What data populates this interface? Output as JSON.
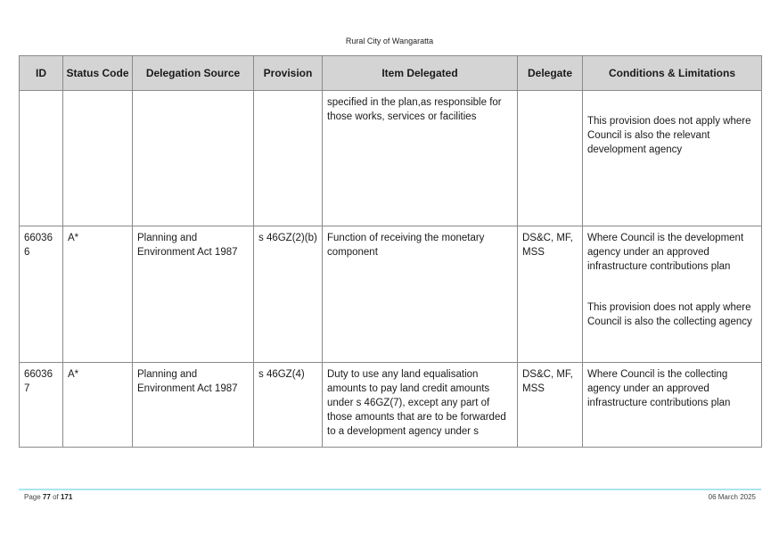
{
  "header": {
    "org_name": "Rural City of Wangaratta"
  },
  "table": {
    "columns": [
      "ID",
      "Status Code",
      "Delegation Source",
      "Provision",
      "Item Delegated",
      "Delegate",
      "Conditions & Limitations"
    ],
    "rows": [
      {
        "id": "",
        "status_code": "",
        "delegation_source": "",
        "provision": "",
        "item_delegated": "specified in the plan,as responsible for those works, services or facilities",
        "delegate": "",
        "conditions": [
          "This provision does not apply where Council is also the relevant development agency"
        ]
      },
      {
        "id": "660366",
        "status_code": "A*",
        "delegation_source": "Planning and Environment Act 1987",
        "provision": "s 46GZ(2)(b)",
        "item_delegated": "Function of receiving the monetary component",
        "delegate": "DS&C, MF, MSS",
        "conditions": [
          "Where Council is the development agency under an approved infrastructure contributions plan",
          "This provision does not apply where Council is also the collecting agency"
        ]
      },
      {
        "id": "660367",
        "status_code": "A*",
        "delegation_source": "Planning and Environment Act 1987",
        "provision": "s 46GZ(4)",
        "item_delegated": "Duty to use any land equalisation amounts to pay land credit amounts under s 46GZ(7), except any part of those amounts that are to be forwarded to a development agency under s",
        "delegate": "DS&C, MF, MSS",
        "conditions": [
          "Where Council is the collecting agency under an approved infrastructure contributions plan"
        ]
      }
    ]
  },
  "footer": {
    "page_prefix": "Page",
    "page_number": "77",
    "page_of": "of",
    "page_total": "171",
    "date": "06 March 2025"
  }
}
